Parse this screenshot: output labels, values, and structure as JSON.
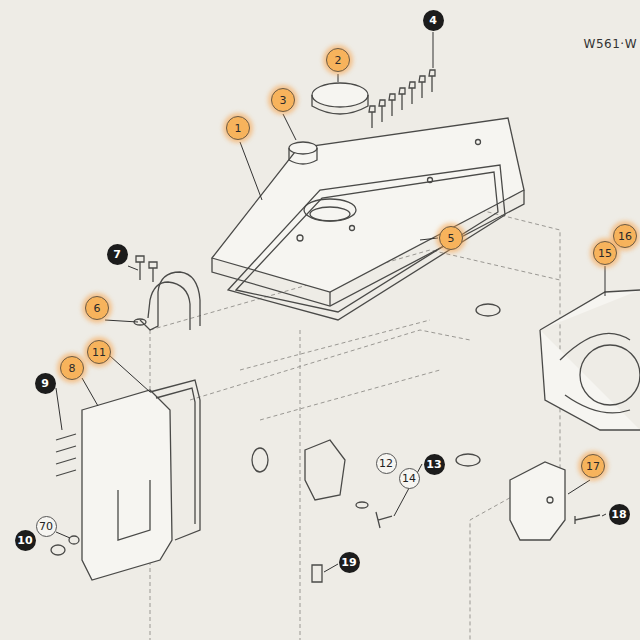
{
  "diagram": {
    "labels": [
      "W561·W",
      "4",
      "2",
      "3",
      "1",
      "5",
      "16",
      "15",
      "7",
      "6",
      "11",
      "8",
      "9",
      "12",
      "14",
      "13",
      "70",
      "10",
      "17",
      "18",
      "19"
    ]
  }
}
